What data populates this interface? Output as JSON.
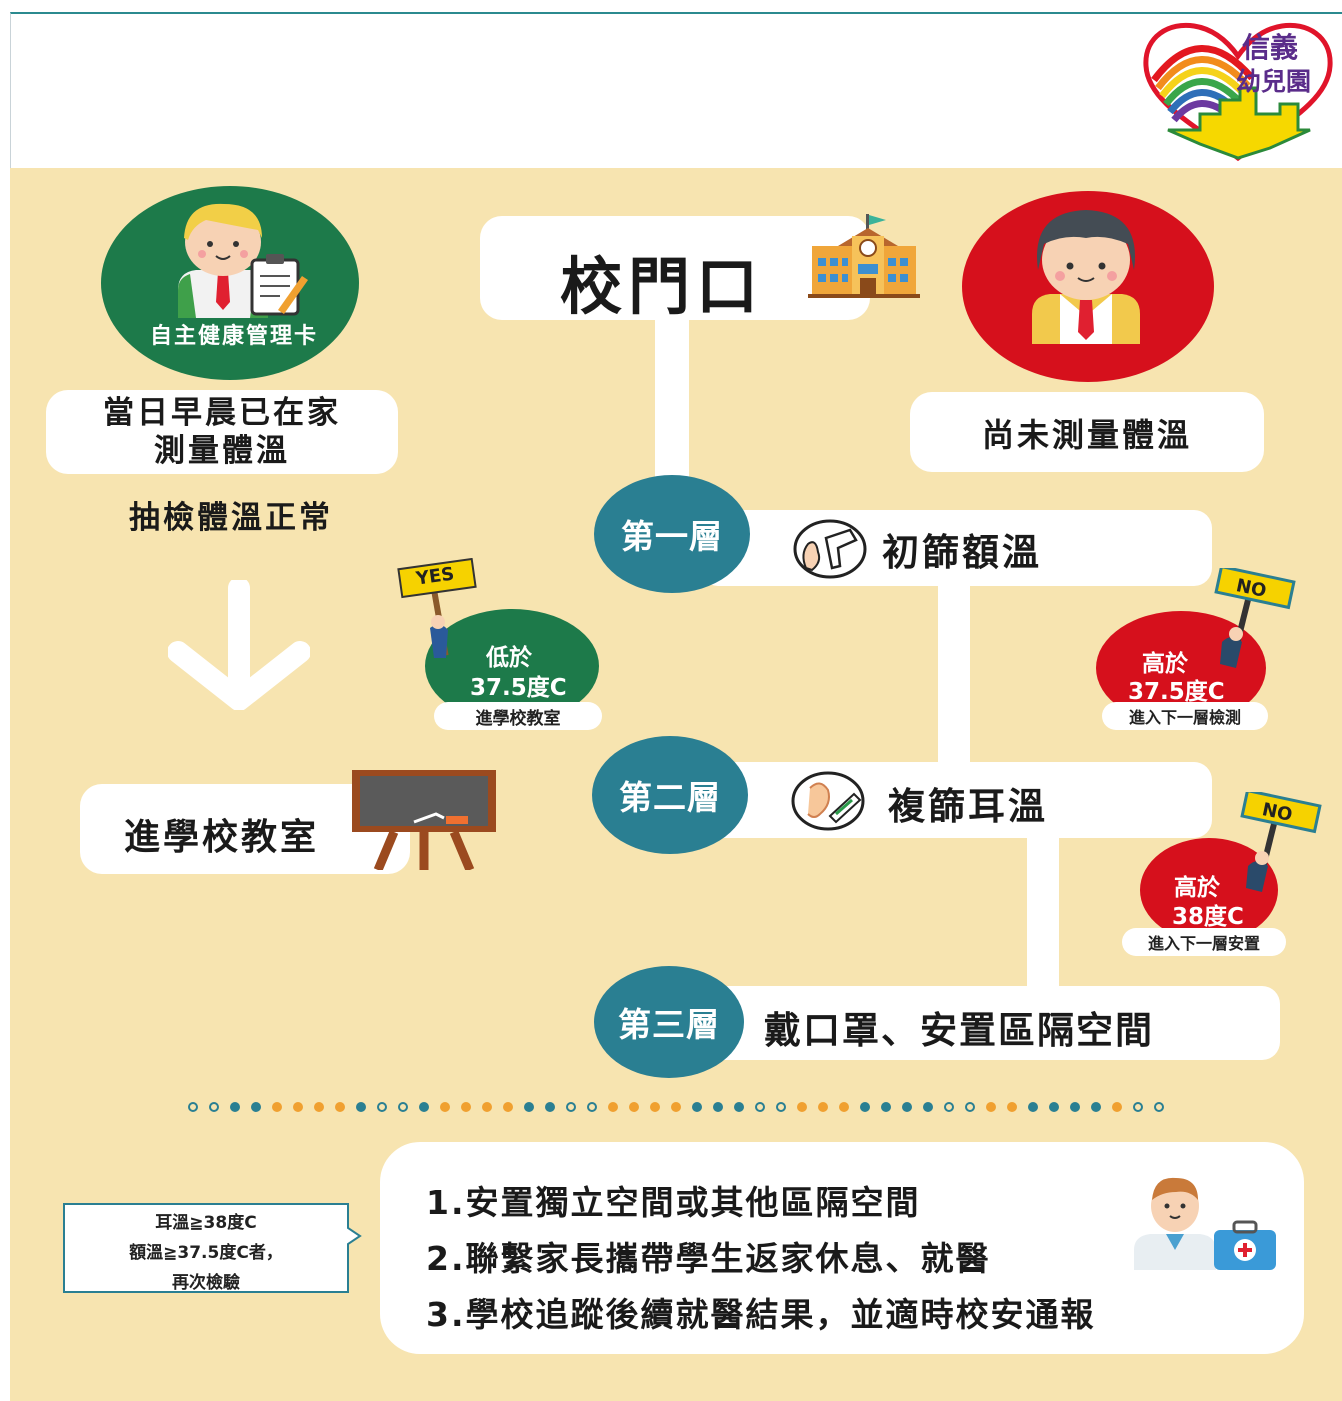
{
  "logo": {
    "line1": "信義",
    "line2": "幼兒園"
  },
  "entrance": {
    "title": "校門口"
  },
  "left": {
    "badge": "自主健康管理卡",
    "measured": "當日早晨已在家\n測量體溫",
    "spot_check": "抽檢體溫正常",
    "classroom": "進學校教室"
  },
  "right": {
    "not_measured": "尚未測量體溫"
  },
  "tiers": [
    {
      "label": "第一層",
      "action": "初篩額溫"
    },
    {
      "label": "第二層",
      "action": "複篩耳溫"
    },
    {
      "label": "第三層",
      "action": "戴口罩、安置區隔空間"
    }
  ],
  "signs": {
    "yes": "YES",
    "no": "NO"
  },
  "outcomes": {
    "pass": {
      "line1": "低於",
      "line2": "37.5度C",
      "note": "進學校教室"
    },
    "fail1": {
      "line1": "高於",
      "line2": "37.5度C",
      "note": "進入下一層檢測"
    },
    "fail2": {
      "line1": "高於",
      "line2": "38度C",
      "note": "進入下一層安置"
    }
  },
  "callout": {
    "line1": "耳溫≧38度C",
    "line2": "額溫≧37.5度C者，",
    "line3": "再次檢驗"
  },
  "steps": [
    "1.安置獨立空間或其他區隔空間",
    "2.聯繫家長攜帶學生返家休息、就醫",
    "3.學校追蹤後續就醫結果，並適時校安通報"
  ],
  "colors": {
    "background": "#f7e4b0",
    "tier": "#2a7f92",
    "green": "#1d7a4a",
    "red": "#d6101c"
  }
}
